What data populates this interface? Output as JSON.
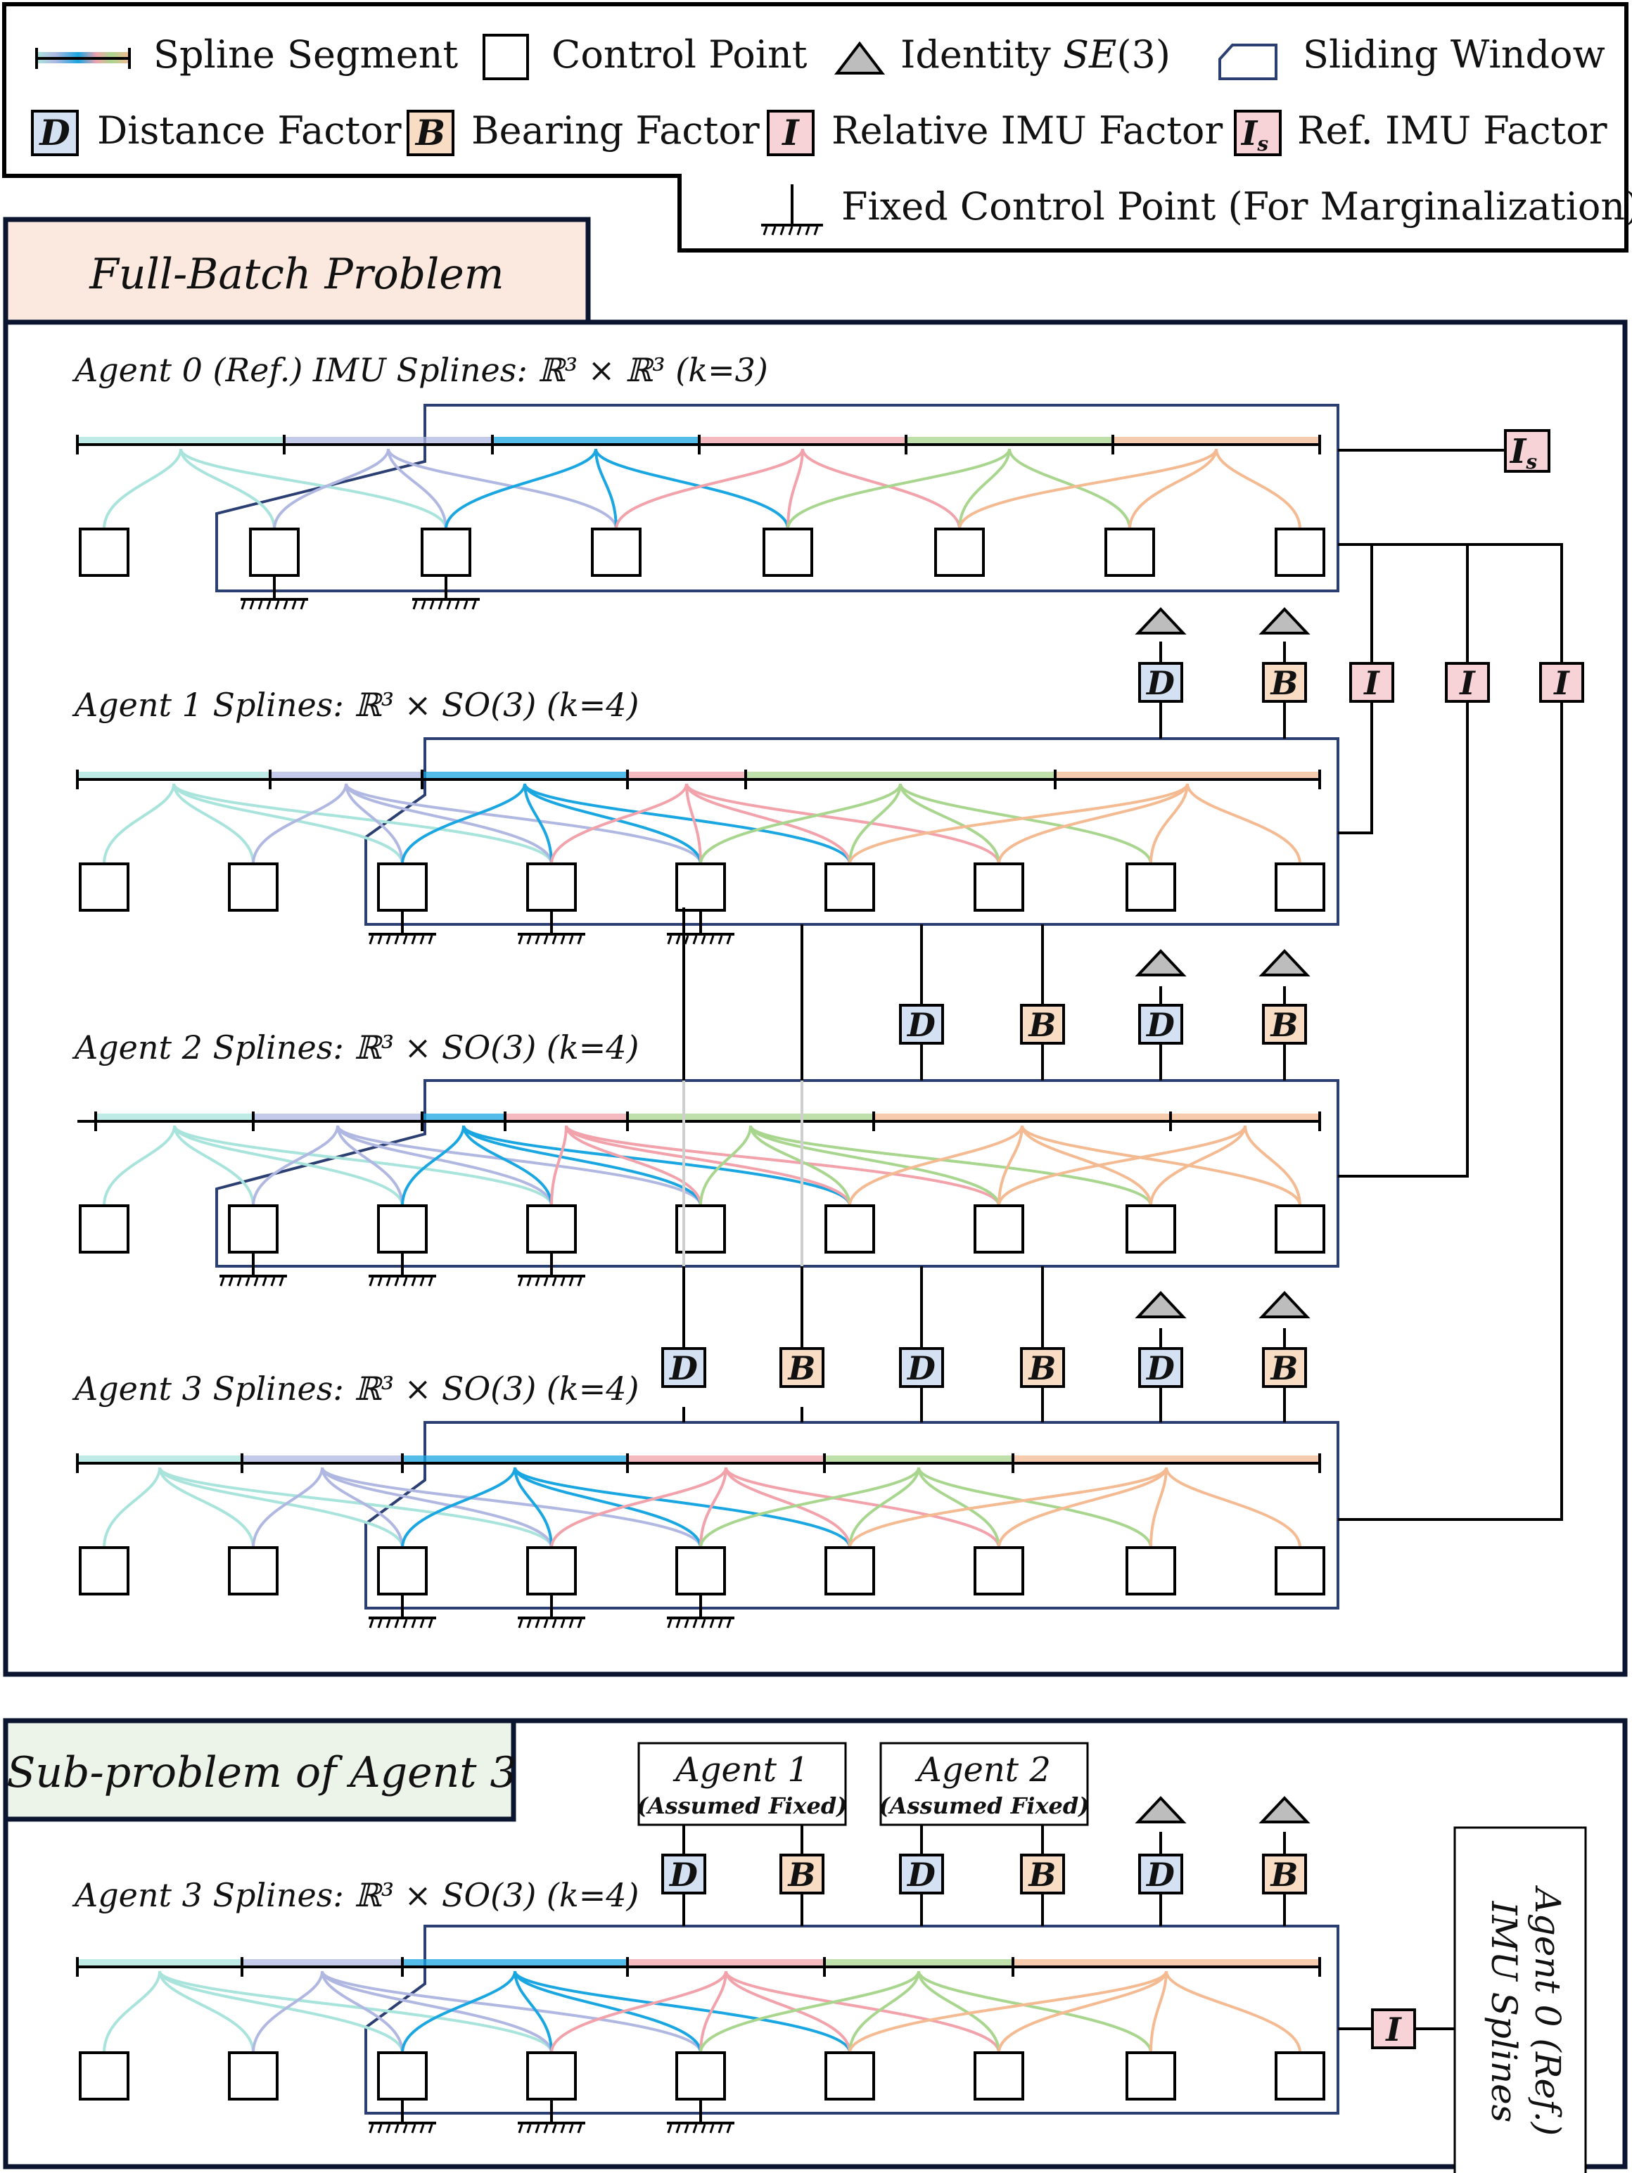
{
  "colors": {
    "window": "#2b3f72",
    "frame": "#0b1530",
    "distance": "#d4e1f3",
    "bearing": "#f9dcc4",
    "imu": "#f7d3d8",
    "segments": [
      "#a8e4dc",
      "#b0b8e2",
      "#1aa6e0",
      "#f2a2ab",
      "#a9d68e",
      "#f4ba92"
    ],
    "full_batch_fill": "#fbe8de",
    "sub_fill": "#ecf3e8"
  },
  "legend": {
    "spline_segment": "Spline Segment",
    "control_point": "Control Point",
    "identity_prefix": "Identity ",
    "identity_math": "SE",
    "identity_arg": "(3)",
    "sliding_window": "Sliding Window",
    "distance_factor": "Distance Factor",
    "bearing_factor": "Bearing Factor",
    "relative_imu_factor": "Relative IMU Factor",
    "ref_imu_factor": "Ref. IMU Factor",
    "fixed_control_point": "Fixed Control Point (For Marginalization)"
  },
  "factor_letters": {
    "distance": "D",
    "bearing": "B",
    "imu": "I",
    "ref_imu": "I",
    "ref_imu_sub": "s"
  },
  "full_batch": {
    "title": "Full-Batch Problem",
    "agents": [
      {
        "label": "Agent 0 (Ref.) IMU Splines: ℝ³ × ℝ³ (k=3)"
      },
      {
        "label": "Agent 1 Splines: ℝ³ × SO(3) (k=4)"
      },
      {
        "label": "Agent 2 Splines: ℝ³ × SO(3) (k=4)"
      },
      {
        "label": "Agent 3 Splines: ℝ³ × SO(3) (k=4)"
      }
    ]
  },
  "sub_problem": {
    "title": "Sub-problem of Agent 3",
    "agent_label": "Agent 3 Splines: ℝ³ × SO(3) (k=4)",
    "agent1_title": "Agent 1",
    "agent2_title": "Agent 2",
    "assumed_fixed": "(Assumed Fixed)",
    "imu_box_line1": "Agent 0 (Ref.)",
    "imu_box_line2": "IMU Splines"
  }
}
